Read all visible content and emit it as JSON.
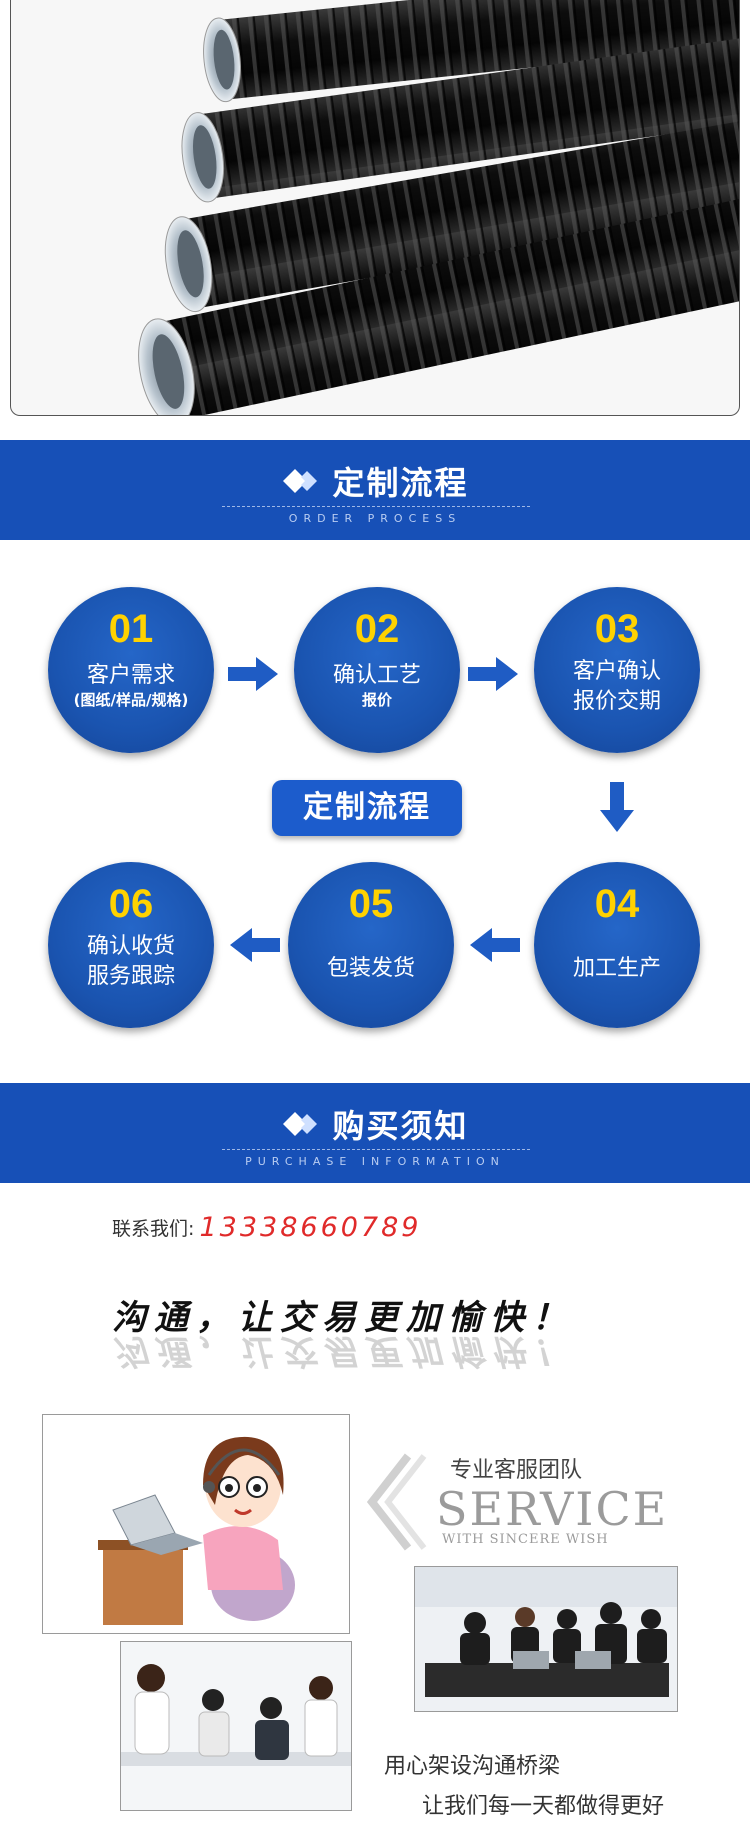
{
  "process_banner": {
    "title": "定制流程",
    "subtitle": "ORDER PROCESS"
  },
  "steps": [
    {
      "num": "01",
      "line1": "客户需求",
      "line2": "(图纸/样品/规格)"
    },
    {
      "num": "02",
      "line1": "确认工艺",
      "line2": "报价"
    },
    {
      "num": "03",
      "line1": "客户确认",
      "line2": "报价交期"
    },
    {
      "num": "04",
      "line1": "加工生产",
      "line2": ""
    },
    {
      "num": "05",
      "line1": "包装发货",
      "line2": ""
    },
    {
      "num": "06",
      "line1": "确认收货",
      "line2": "服务跟踪"
    }
  ],
  "center_badge": "定制流程",
  "purchase_banner": {
    "title": "购买须知",
    "subtitle": "PURCHASE INFORMATION"
  },
  "contact": {
    "label": "联系我们:",
    "phone": "13338660789"
  },
  "slogan": "沟通，让交易更加愉快！",
  "service": {
    "heading": "专业客服团队",
    "big": "SERVICE",
    "small": "WITH SINCERE WISH"
  },
  "bottom_lines": {
    "line1": "用心架设沟通桥梁",
    "line2": "让我们每一天都做得更好"
  },
  "colors": {
    "banner": "#1750b7",
    "circle": "#1a54b0",
    "number": "#ffd200",
    "phone": "#e02a2a"
  }
}
